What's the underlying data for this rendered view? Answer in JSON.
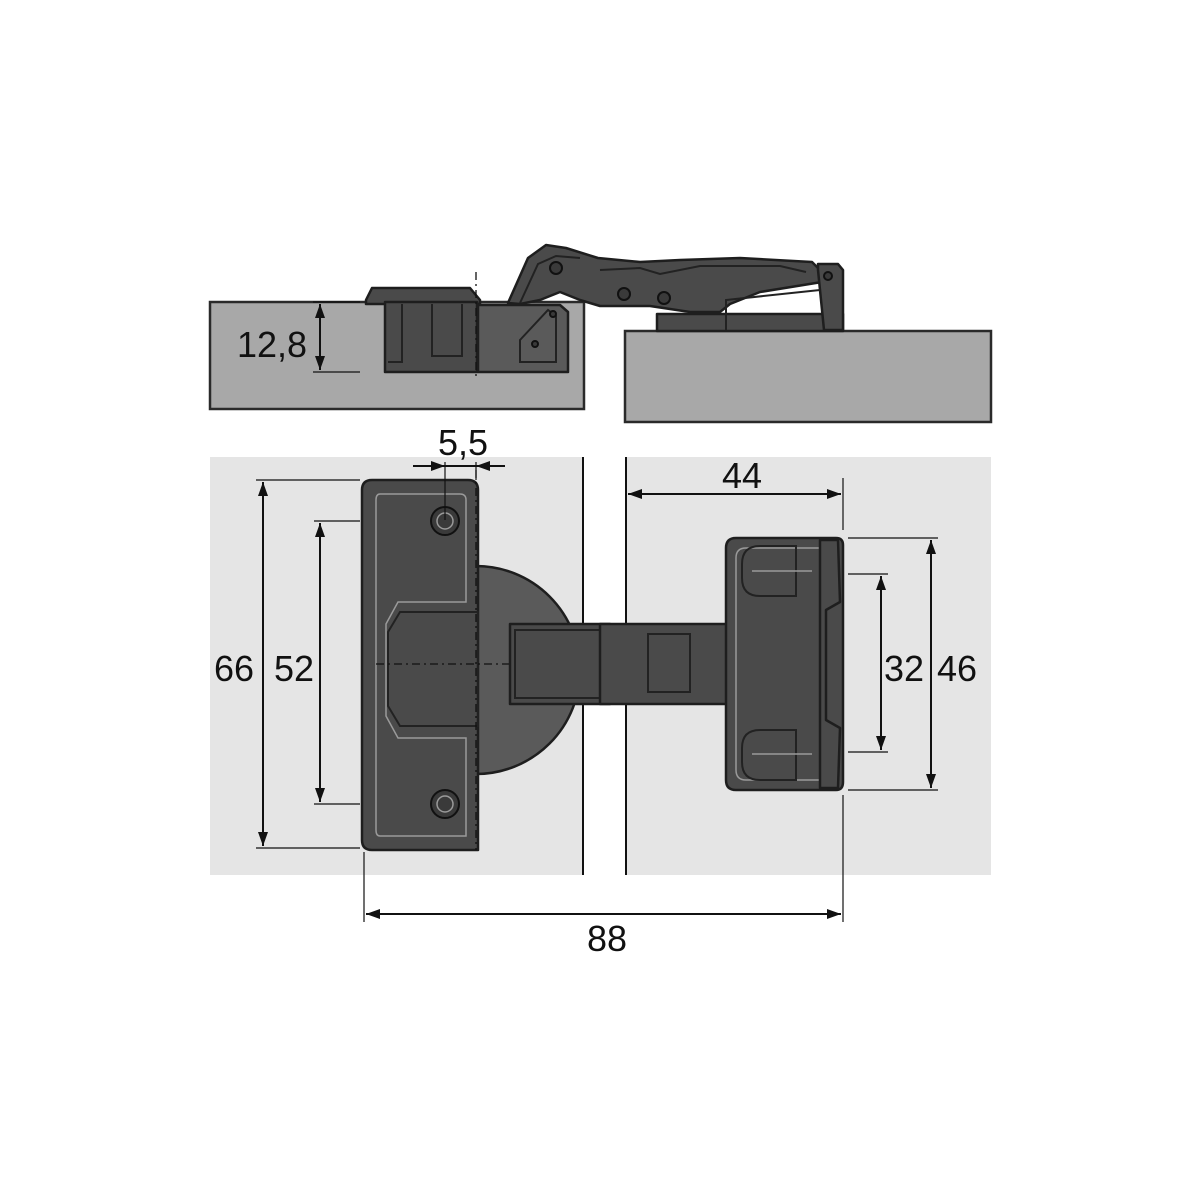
{
  "figure": {
    "dimensions": {
      "cup_depth": "12,8",
      "cup_offset": "5,5",
      "plate_offset": "44",
      "cup_outer_height": "66",
      "cup_hole_spacing": "52",
      "plate_hole_spacing": "32",
      "plate_outer_height": "46",
      "overall_width": "88"
    },
    "colors": {
      "panel_side_view": "#a8a8a8",
      "panel_top_view": "#e5e5e5",
      "hinge_body": "#4a4a4a",
      "dimension_lines": "#111111"
    }
  }
}
